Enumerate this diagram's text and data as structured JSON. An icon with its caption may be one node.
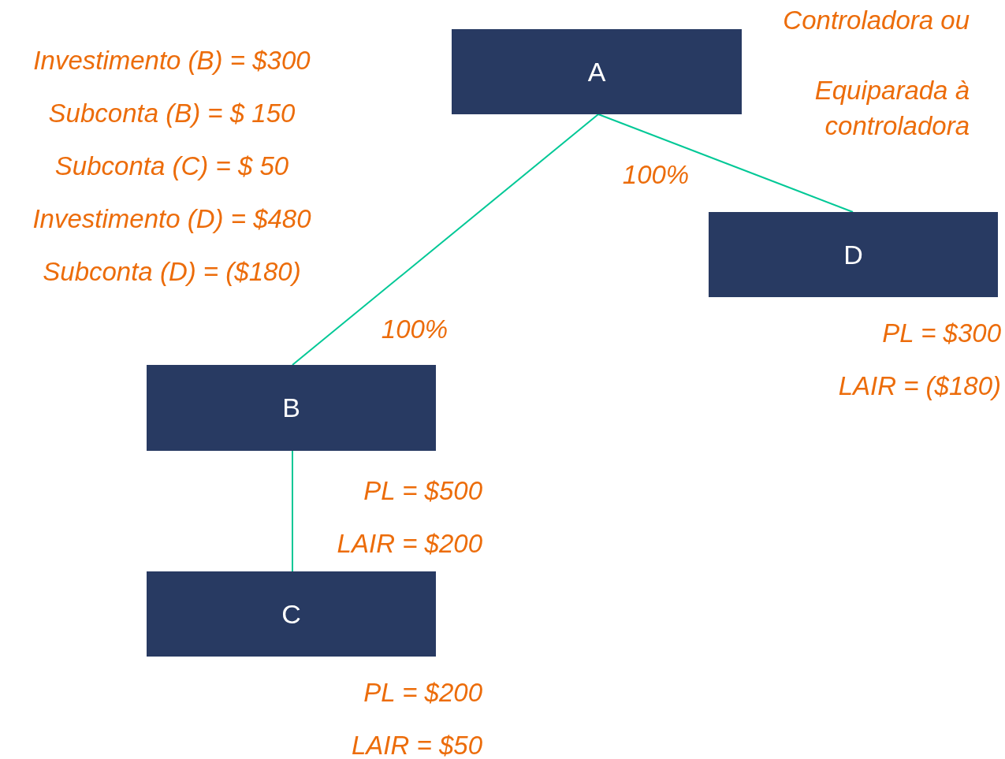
{
  "diagram": {
    "nodes": [
      {
        "text": [
          "A"
        ],
        "beside": [
          "Controladora ou",
          "Equiparada à controladora"
        ]
      },
      {
        "text": [
          "D"
        ],
        "beside": [
          "PL = $300",
          "LAIR = ($180)"
        ]
      },
      {
        "text": [
          "B"
        ],
        "beside": [
          "PL = $500",
          "LAIR = $200"
        ]
      },
      {
        "text": [
          "C"
        ],
        "beside": [
          "PL = $200",
          "LAIR = $50"
        ]
      }
    ],
    "edges": [
      {
        "from": 0,
        "to": 2,
        "arrow": "none",
        "label": "100%"
      },
      {
        "from": 0,
        "to": 1,
        "arrow": "none",
        "label": "100%"
      },
      {
        "from": 2,
        "to": 3,
        "arrow": "none"
      }
    ],
    "labels": [
      "Investimento (B) = $300",
      "Subconta (B) = $ 150",
      "Subconta (C) = $ 50",
      "Investimento (D) = $480",
      "Subconta (D) = ($180)"
    ]
  }
}
